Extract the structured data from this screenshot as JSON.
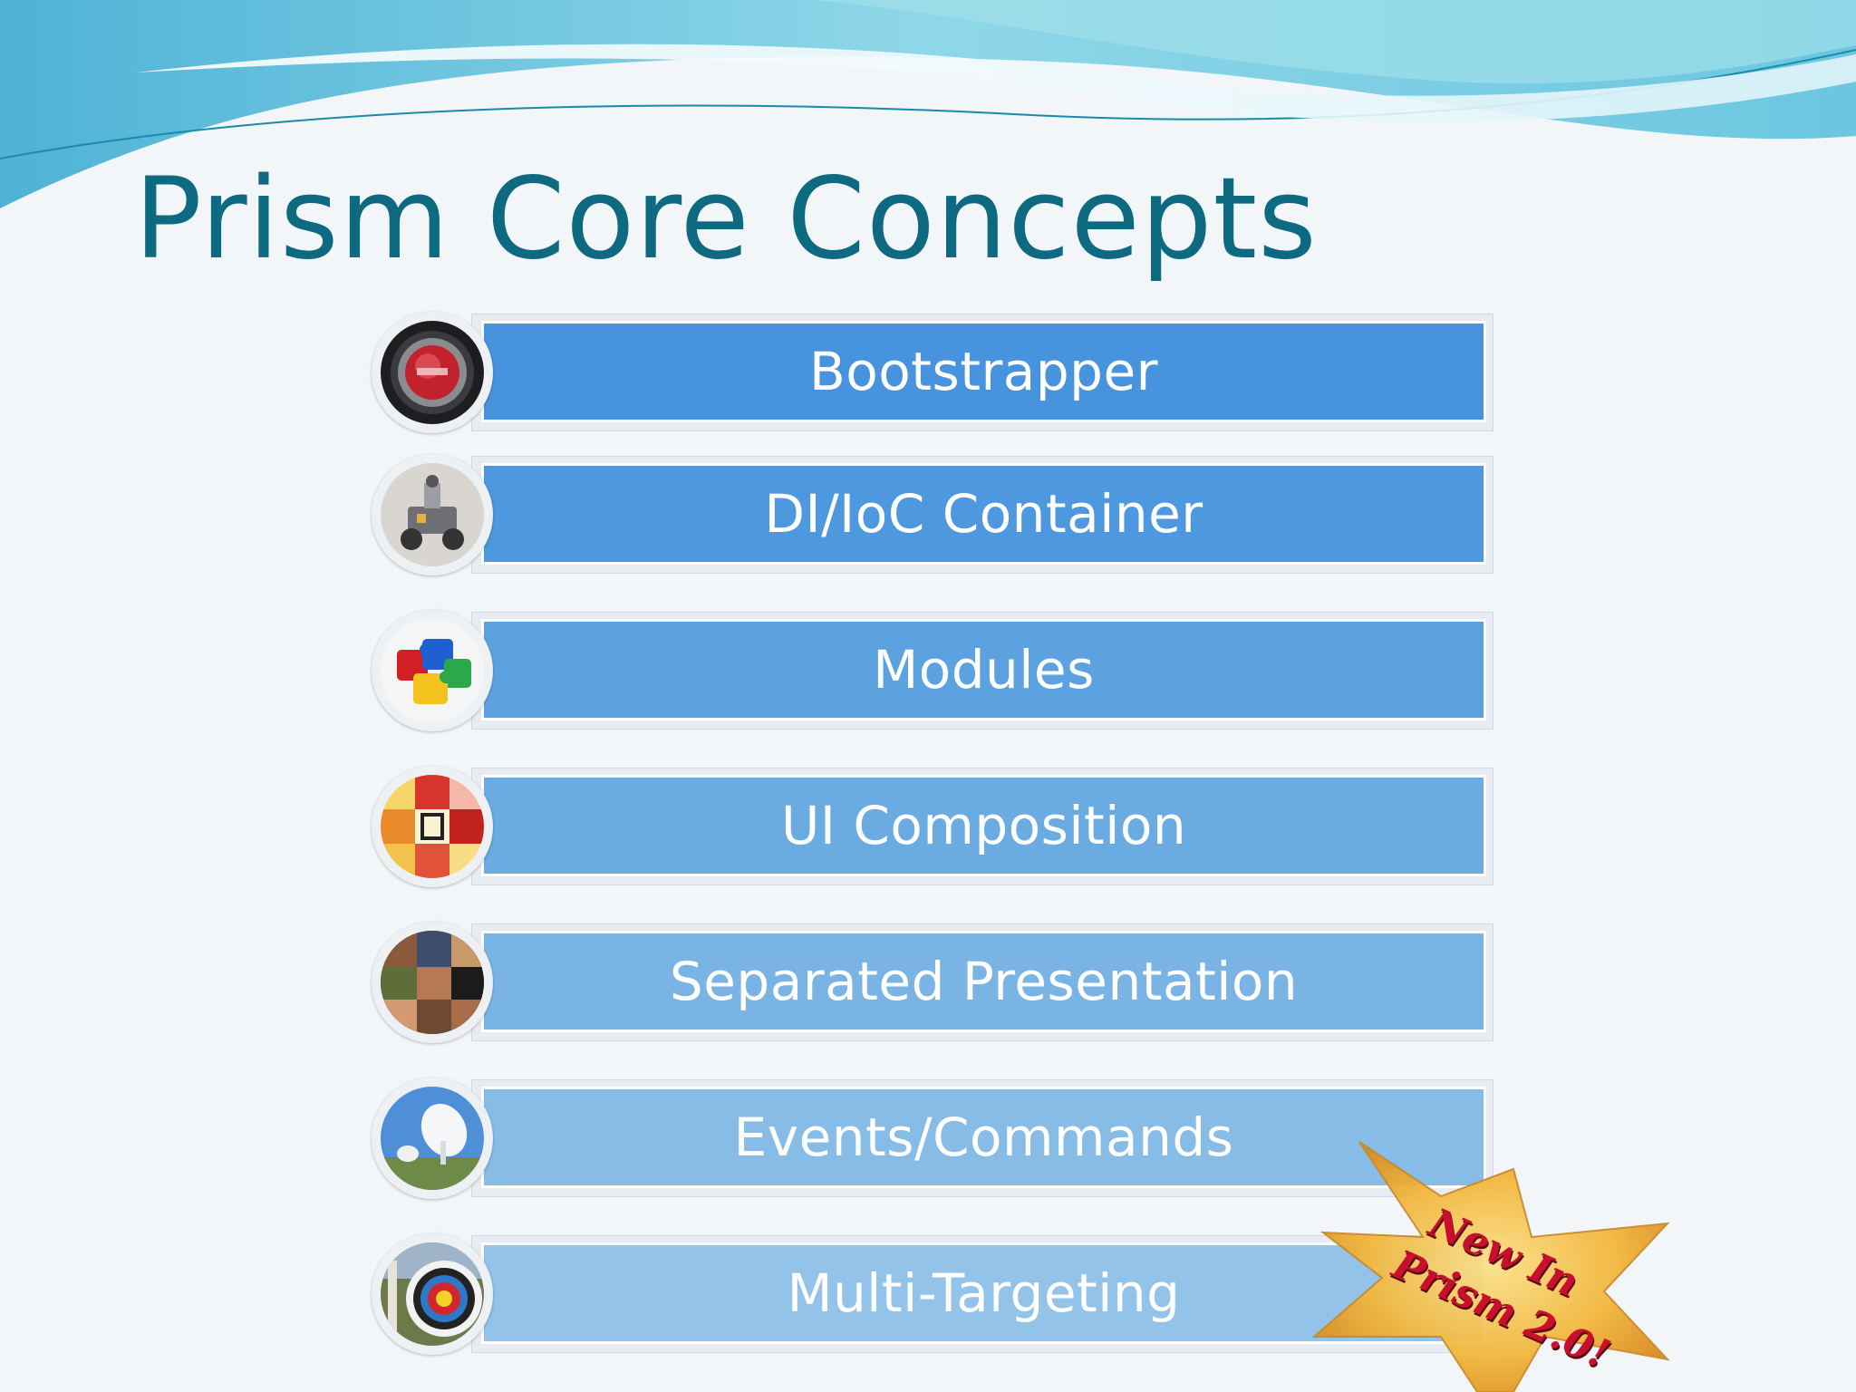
{
  "slide": {
    "title": "Prism Core Concepts"
  },
  "colors": {
    "title": "#0d6a80",
    "wave_light": "#7fd3e4",
    "wave_dark": "#1f9bbf",
    "bar_gradient": [
      "#4893de",
      "#4e98df",
      "#5da2e0",
      "#6aabe2",
      "#7ab4e5",
      "#86bce6",
      "#93c3e8"
    ],
    "badge_fill": "#f2b63c",
    "badge_text": "#c8102e"
  },
  "items": [
    {
      "label": "Bootstrapper",
      "icon": "start-button-icon"
    },
    {
      "label": "DI/IoC Container",
      "icon": "robot-icon"
    },
    {
      "label": "Modules",
      "icon": "puzzle-pieces-icon"
    },
    {
      "label": "UI Composition",
      "icon": "color-tiles-icon"
    },
    {
      "label": "Separated Presentation",
      "icon": "photo-collage-icon"
    },
    {
      "label": "Events/Commands",
      "icon": "satellite-dish-icon"
    },
    {
      "label": "Multi-Targeting",
      "icon": "archery-target-icon"
    }
  ],
  "badge": {
    "line1": "New In",
    "line2": "Prism 2.0!"
  }
}
